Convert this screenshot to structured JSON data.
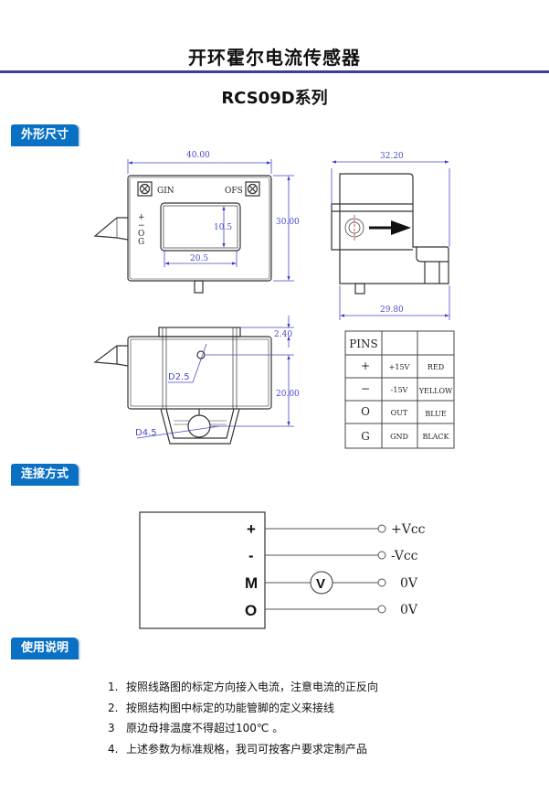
{
  "header": {
    "title": "开环霍尔电流传感器",
    "subtitle": "RCS09D系列"
  },
  "sections": {
    "dimensions": "外形尺寸",
    "connection": "连接方式",
    "usage": "使用说明"
  },
  "front_view": {
    "width": "40.00",
    "height": "30.00",
    "window_h": "10.5",
    "window_w": "20.5",
    "gin": "GIN",
    "ofs": "OFS",
    "pins": [
      "+",
      "−",
      "O",
      "G"
    ]
  },
  "side_view": {
    "top_width": "32.20",
    "bottom_width": "29.80"
  },
  "bottom_view": {
    "hole_small": "D2.5",
    "hole_large": "D4.5",
    "offset": "2.40",
    "distance": "20.00"
  },
  "pins_table": {
    "header": [
      "PINS",
      "",
      ""
    ],
    "rows": [
      [
        "+",
        "+15V",
        "RED"
      ],
      [
        "−",
        "-15V",
        "YELLOW"
      ],
      [
        "O",
        "OUT",
        "BLUE"
      ],
      [
        "G",
        "GND",
        "BLACK"
      ]
    ]
  },
  "wiring": {
    "pins": [
      "+",
      "-",
      "M",
      "O"
    ],
    "terminals": [
      "+Vcc",
      "-Vcc",
      "0V",
      "0V"
    ],
    "meter": "V"
  },
  "usage": [
    {
      "n": "1.",
      "text": "按照线路图的标定方向接入电流，注意电流的正反向"
    },
    {
      "n": "2.",
      "text": "按照结构图中标定的功能管脚的定义来接线"
    },
    {
      "n": "3",
      "text": "原边母排温度不得超过100℃ 。"
    },
    {
      "n": "4.",
      "text": "上述参数为标准规格，我司可按客户要求定制产品"
    }
  ],
  "colors": {
    "accent": "#0a70c4",
    "rule": "#3b3f98",
    "dimension": "#4a4ac8"
  }
}
